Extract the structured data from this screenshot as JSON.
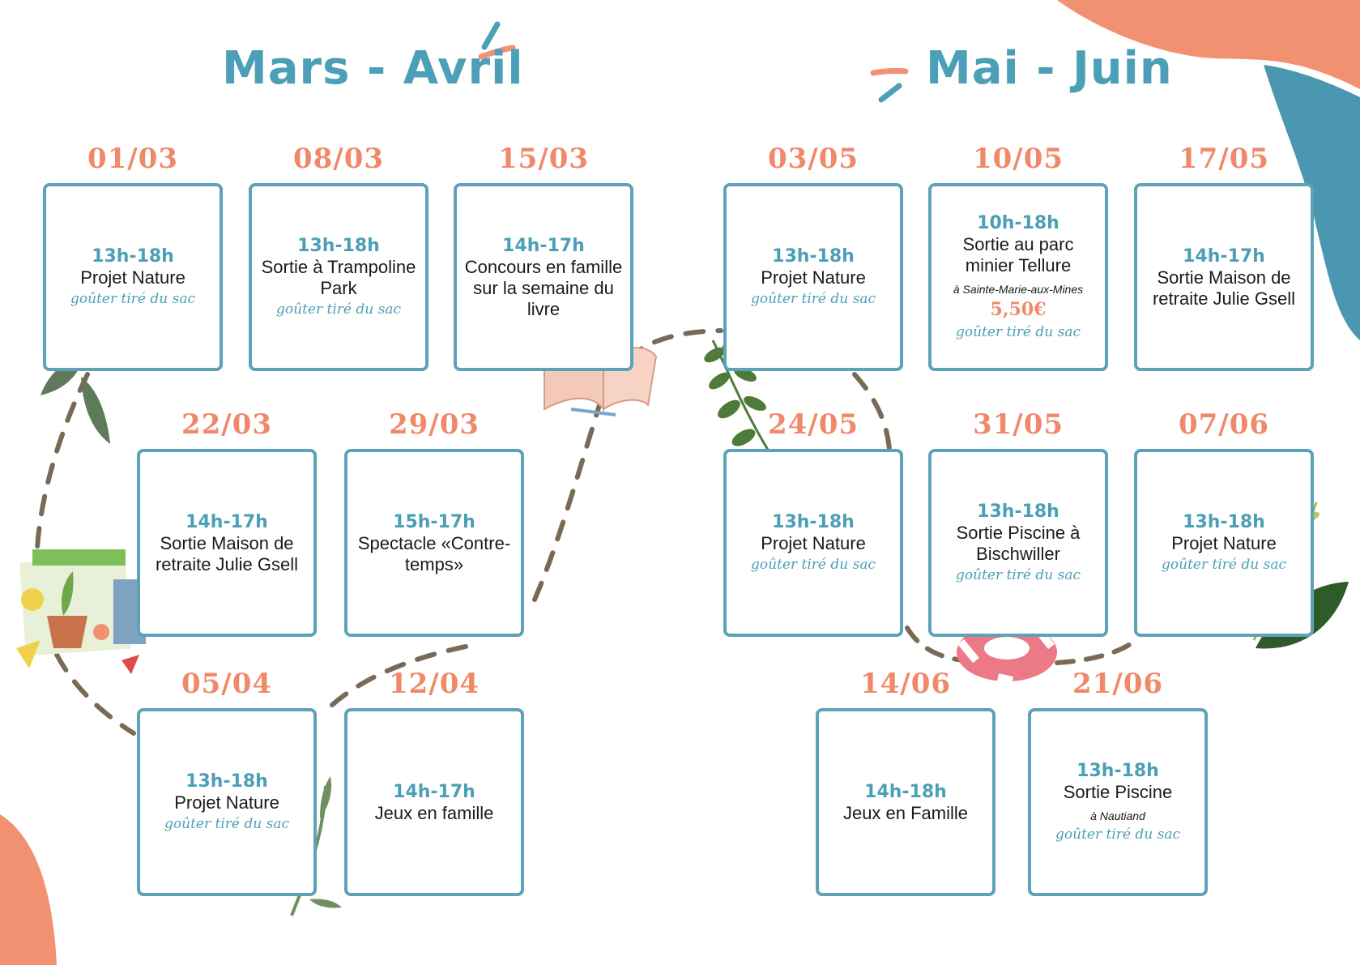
{
  "colors": {
    "accent": "#4b9fb6",
    "date": "#f0896a",
    "border": "#5ea2b8",
    "path": "#7a6a55"
  },
  "sections": {
    "left": {
      "title": "Mars - Avril"
    },
    "right": {
      "title": "Mai - Juin"
    }
  },
  "events": [
    {
      "date": "01/03",
      "time": "13h-18h",
      "activity": "Projet Nature",
      "snack": "goûter tiré du sac"
    },
    {
      "date": "08/03",
      "time": "13h-18h",
      "activity": "Sortie à Trampoline Park",
      "snack": "goûter tiré du sac"
    },
    {
      "date": "15/03",
      "time": "14h-17h",
      "activity": "Concours en famille sur la semaine du livre"
    },
    {
      "date": "22/03",
      "time": "14h-17h",
      "activity": "Sortie Maison de retraite Julie Gsell"
    },
    {
      "date": "29/03",
      "time": "15h-17h",
      "activity": "Spectacle «Contre-temps»"
    },
    {
      "date": "05/04",
      "time": "13h-18h",
      "activity": "Projet Nature",
      "snack": "goûter tiré du sac"
    },
    {
      "date": "12/04",
      "time": "14h-17h",
      "activity": "Jeux en famille"
    },
    {
      "date": "03/05",
      "time": "13h-18h",
      "activity": "Projet Nature",
      "snack": "goûter tiré du sac"
    },
    {
      "date": "10/05",
      "time": "10h-18h",
      "activity": "Sortie au parc minier Tellure",
      "place": "à Sainte-Marie-aux-Mines",
      "price": "5,50€",
      "snack": "goûter tiré du sac"
    },
    {
      "date": "17/05",
      "time": "14h-17h",
      "activity": "Sortie Maison de retraite Julie Gsell"
    },
    {
      "date": "24/05",
      "time": "13h-18h",
      "activity": "Projet Nature",
      "snack": "goûter tiré du sac"
    },
    {
      "date": "31/05",
      "time": "13h-18h",
      "activity": "Sortie Piscine à Bischwiller",
      "snack": "goûter tiré du sac"
    },
    {
      "date": "07/06",
      "time": "13h-18h",
      "activity": "Projet Nature",
      "snack": "goûter tiré du sac"
    },
    {
      "date": "14/06",
      "time": "14h-18h",
      "activity": "Jeux en Famille"
    },
    {
      "date": "21/06",
      "time": "13h-18h",
      "activity": "Sortie Piscine",
      "place": "à Nautiand",
      "snack": "goûter tiré du sac"
    }
  ]
}
